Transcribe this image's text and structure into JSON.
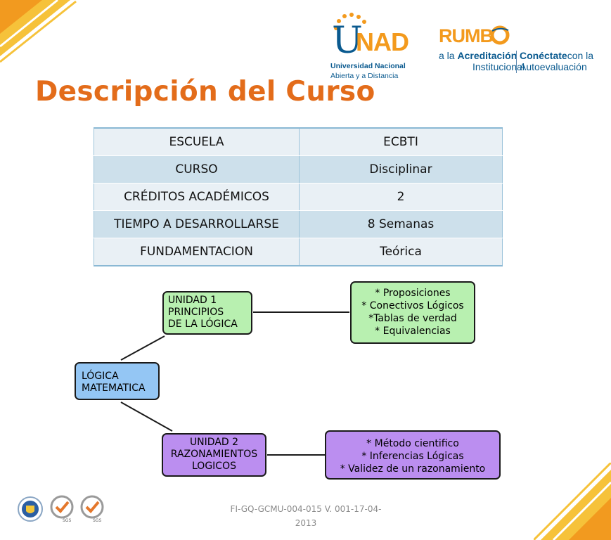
{
  "title": "Descripción del Curso",
  "logos": {
    "unad": {
      "letters_u": "U",
      "letters_nad": "NAD",
      "line1": "Universidad Nacional",
      "line2": "Abierta y a Distancia"
    },
    "rumbo": {
      "word": "RUMB",
      "line1_prefix": "a la ",
      "line1_bold": "Acreditación",
      "line2": "Institucional",
      "right_bold": "Conéctate",
      "right_rest": "con la",
      "right_line2": "Autoevaluación"
    }
  },
  "course_table": [
    {
      "label": "ESCUELA",
      "value": "ECBTI"
    },
    {
      "label": "CURSO",
      "value": "Disciplinar"
    },
    {
      "label": "CRÉDITOS ACADÉMICOS",
      "value": "2"
    },
    {
      "label": "TIEMPO A  DESARROLLARSE",
      "value": "8 Semanas"
    },
    {
      "label": "FUNDAMENTACION",
      "value": "Teórica"
    }
  ],
  "diagram": {
    "root": {
      "lines": [
        "LÓGICA",
        "MATEMATICA"
      ]
    },
    "unit1": {
      "lines": [
        "UNIDAD 1",
        "PRINCIPIOS",
        "DE LA  LÓGICA"
      ]
    },
    "unit1_topics": {
      "lines": [
        "* Proposiciones",
        "* Conectivos Lógicos",
        "*Tablas de verdad",
        "* Equivalencias"
      ]
    },
    "unit2": {
      "lines": [
        "UNIDAD 2",
        "RAZONAMIENTOS",
        "LOGICOS"
      ]
    },
    "unit2_topics": {
      "lines": [
        "* Método cientifico",
        "* Inferencias Lógicas",
        "* Validez de  un razonamiento"
      ]
    }
  },
  "footer": {
    "line1": "FI-GQ-GCMU-004-015  V. 001-17-04-",
    "line2": "2013"
  },
  "seals": {
    "sgs_label": "SGS"
  },
  "colors": {
    "title": "#e36c1a",
    "accent_yellow": "#f6c23a",
    "accent_orange": "#f29a1f",
    "table_row_light": "#e9f0f5",
    "table_row_dark": "#cde0eb",
    "node_green": "#b8f0b0",
    "node_blue": "#94c6f4",
    "node_purple": "#bb8ef0"
  }
}
